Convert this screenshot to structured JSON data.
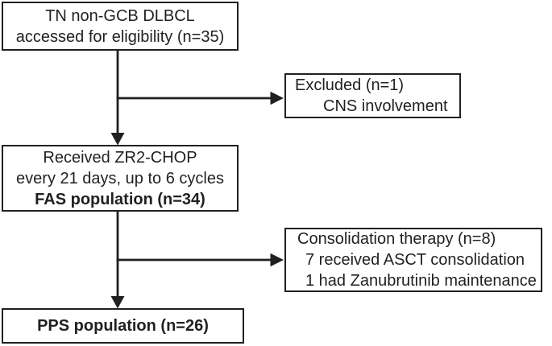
{
  "diagram": {
    "type": "patient-flow-chart",
    "colors": {
      "line": "#231f20",
      "text": "#231f20",
      "box_background": "#ffffff"
    },
    "boxes": {
      "eligibility": {
        "line1": "TN non-GCB DLBCL",
        "line2": "accessed for eligibility (n=35)"
      },
      "excluded": {
        "title": "Excluded (n=1)",
        "detail": "CNS involvement"
      },
      "fas": {
        "line1": "Received ZR2-CHOP",
        "line2": "every 21 days, up to 6 cycles",
        "line3": "FAS population (n=34)"
      },
      "consolidation": {
        "title": "Consolidation therapy (n=8)",
        "detail1": "7 received ASCT consolidation",
        "detail2": "1 had Zanubrutinib maintenance"
      },
      "pps": {
        "label": "PPS population (n=26)"
      }
    }
  }
}
